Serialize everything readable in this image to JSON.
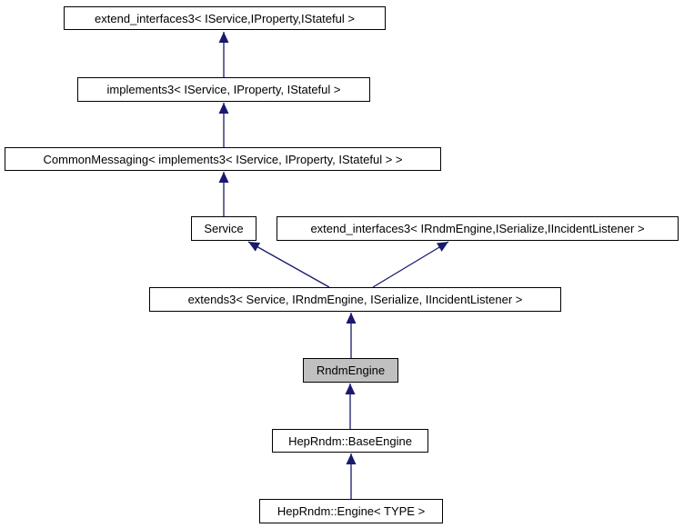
{
  "diagram": {
    "kind": "class-inheritance-graph",
    "colors": {
      "background": "#ffffff",
      "node_border": "#000000",
      "node_fill": "#ffffff",
      "current_node_fill": "#c0c0c0",
      "text": "#000000",
      "arrow": "#191970"
    },
    "nodes": [
      {
        "id": "extend_interfaces3_top",
        "label": "extend_interfaces3< IService,IProperty,IStateful >",
        "current": false
      },
      {
        "id": "implements3",
        "label": "implements3< IService, IProperty, IStateful >",
        "current": false
      },
      {
        "id": "common_messaging",
        "label": "CommonMessaging< implements3< IService, IProperty, IStateful > >",
        "current": false
      },
      {
        "id": "service",
        "label": "Service",
        "current": false
      },
      {
        "id": "extend_interfaces3_right",
        "label": "extend_interfaces3< IRndmEngine,ISerialize,IIncidentListener >",
        "current": false
      },
      {
        "id": "extends3",
        "label": "extends3< Service, IRndmEngine, ISerialize, IIncidentListener >",
        "current": false
      },
      {
        "id": "rndm_engine",
        "label": "RndmEngine",
        "current": true
      },
      {
        "id": "heprndm_base_engine",
        "label": "HepRndm::BaseEngine",
        "current": false
      },
      {
        "id": "heprndm_engine",
        "label": "HepRndm::Engine< TYPE >",
        "current": false
      }
    ],
    "edges": [
      {
        "from": "implements3",
        "to": "extend_interfaces3_top"
      },
      {
        "from": "common_messaging",
        "to": "implements3"
      },
      {
        "from": "service",
        "to": "common_messaging"
      },
      {
        "from": "extends3",
        "to": "service"
      },
      {
        "from": "extends3",
        "to": "extend_interfaces3_right"
      },
      {
        "from": "rndm_engine",
        "to": "extends3"
      },
      {
        "from": "heprndm_base_engine",
        "to": "rndm_engine"
      },
      {
        "from": "heprndm_engine",
        "to": "heprndm_base_engine"
      }
    ]
  }
}
